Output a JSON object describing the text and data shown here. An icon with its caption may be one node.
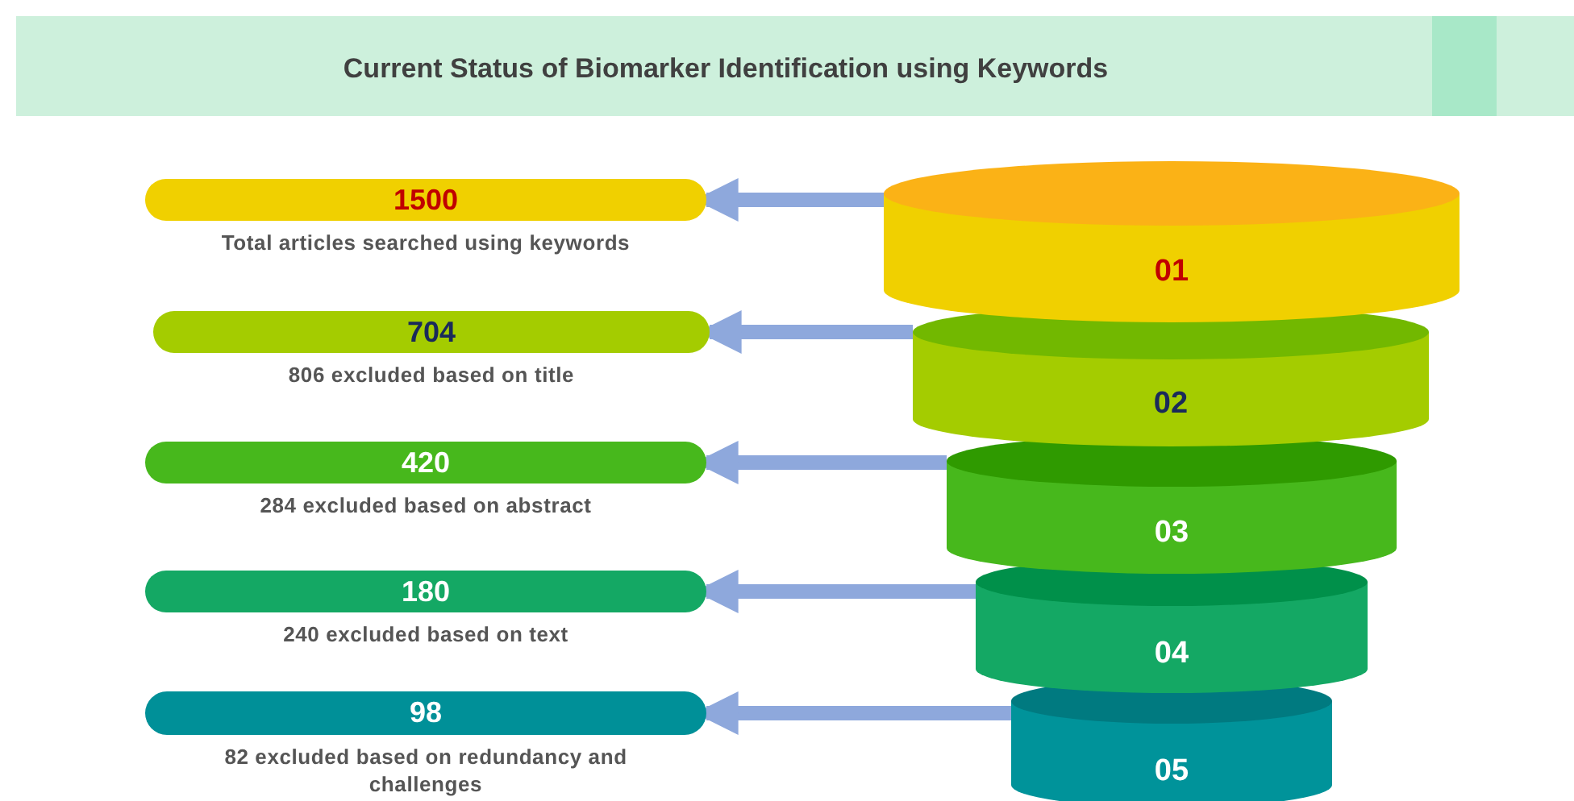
{
  "diagram": {
    "title": "Current Status of Biomarker Identification using Keywords",
    "nodes": [
      {
        "text": [
          "1500"
        ],
        "beside": [
          "Total articles searched using keywords"
        ]
      },
      {
        "text": [
          "704"
        ],
        "beside": [
          "806 excluded based on title"
        ]
      },
      {
        "text": [
          "420"
        ],
        "beside": [
          "284 excluded based on abstract"
        ]
      },
      {
        "text": [
          "180"
        ],
        "beside": [
          "240 excluded based on text"
        ]
      },
      {
        "text": [
          "98"
        ],
        "beside": [
          "82 excluded based on redundancy and challenges"
        ]
      },
      {
        "text": [
          "01"
        ]
      },
      {
        "text": [
          "02"
        ]
      },
      {
        "text": [
          "03"
        ]
      },
      {
        "text": [
          "04"
        ]
      },
      {
        "text": [
          "05"
        ]
      }
    ],
    "edges": [
      {
        "from": 5,
        "to": 0,
        "arrow": "to"
      },
      {
        "from": 6,
        "to": 1,
        "arrow": "to"
      },
      {
        "from": 7,
        "to": 2,
        "arrow": "to"
      },
      {
        "from": 8,
        "to": 3,
        "arrow": "to"
      },
      {
        "from": 9,
        "to": 4,
        "arrow": "to"
      }
    ]
  }
}
